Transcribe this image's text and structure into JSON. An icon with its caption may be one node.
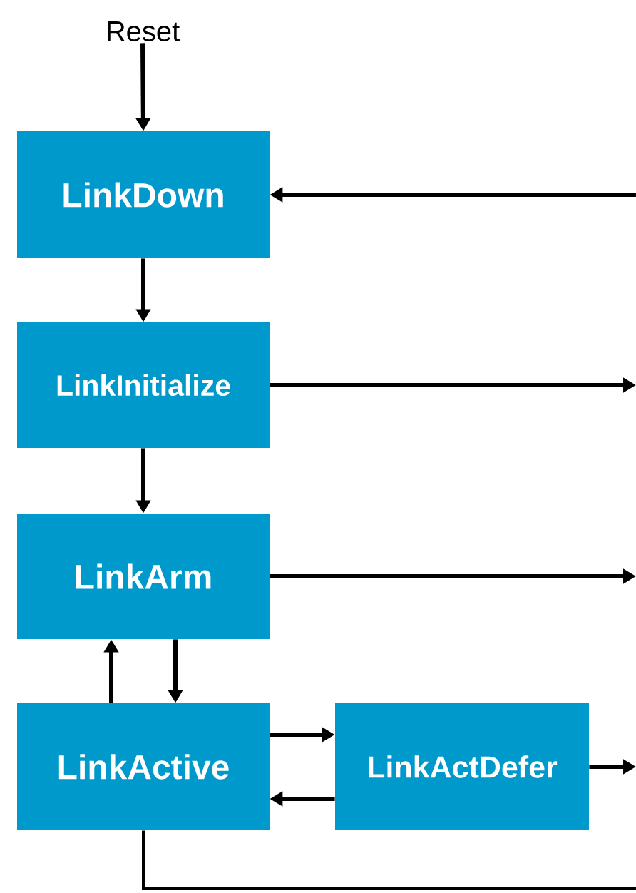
{
  "diagram": {
    "nodes": [
      {
        "text": [
          "Reset"
        ]
      },
      {
        "text": [
          "LinkDown"
        ]
      },
      {
        "text": [
          "LinkInitialize"
        ]
      },
      {
        "text": [
          "LinkArm"
        ]
      },
      {
        "text": [
          "LinkActive"
        ]
      },
      {
        "text": [
          "LinkActDefer"
        ]
      }
    ],
    "edges": [
      {
        "from": 0,
        "to": 1,
        "arrow": "to"
      },
      {
        "from": 1,
        "to": 2,
        "arrow": "to"
      },
      {
        "from": 2,
        "to": 3,
        "arrow": "to"
      },
      {
        "from": 4,
        "to": 3,
        "arrow": "to"
      },
      {
        "from": 3,
        "to": 4,
        "arrow": "to"
      },
      {
        "from": 4,
        "to": 5,
        "arrow": "to"
      },
      {
        "from": 5,
        "to": 4,
        "arrow": "to"
      },
      {
        "from": null,
        "to": 1,
        "arrow": "to"
      },
      {
        "from": 2,
        "to": null,
        "arrow": "to"
      },
      {
        "from": 3,
        "to": null,
        "arrow": "to"
      },
      {
        "from": 5,
        "to": null,
        "arrow": "to"
      },
      {
        "from": 4,
        "to": null,
        "arrow": "none"
      }
    ]
  }
}
